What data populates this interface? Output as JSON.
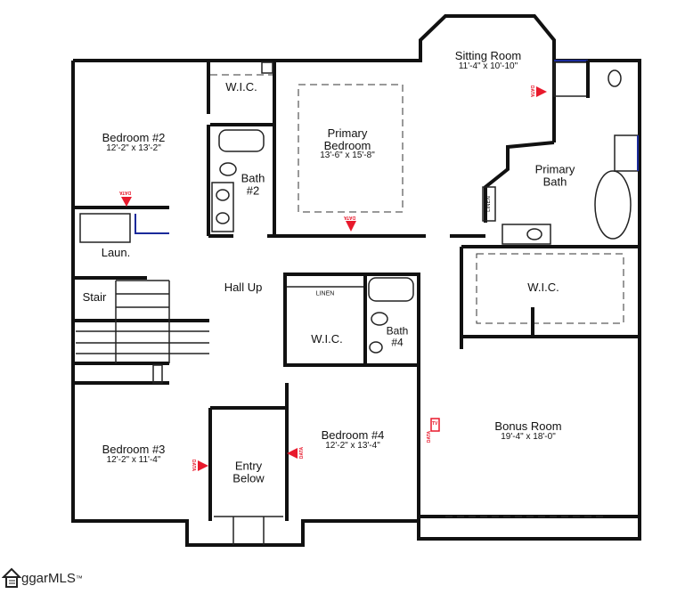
{
  "rooms": [
    {
      "name": "Bedroom #2",
      "dims": "12'-2\" x 13'-2\""
    },
    {
      "name": "W.I.C.",
      "dims": ""
    },
    {
      "name": "Bath\n#2",
      "dims": ""
    },
    {
      "name": "Primary\nBedroom",
      "dims": "13'-6\" x 15'-8\""
    },
    {
      "name": "Sitting Room",
      "dims": "11'-4\" x 10'-10\""
    },
    {
      "name": "Primary\nBath",
      "dims": ""
    },
    {
      "name": "LINEN",
      "dims": ""
    },
    {
      "name": "Laun.",
      "dims": ""
    },
    {
      "name": "Hall Up",
      "dims": ""
    },
    {
      "name": "Stair",
      "dims": ""
    },
    {
      "name": "LINEN",
      "dims": ""
    },
    {
      "name": "W.I.C.",
      "dims": ""
    },
    {
      "name": "Bath\n#4",
      "dims": ""
    },
    {
      "name": "W.I.C.",
      "dims": ""
    },
    {
      "name": "Bedroom #3",
      "dims": "12'-2\" x 11'-4\""
    },
    {
      "name": "Entry\nBelow",
      "dims": ""
    },
    {
      "name": "Bedroom #4",
      "dims": "12'-2\" x 13'-4\""
    },
    {
      "name": "Bonus Room",
      "dims": "19'-4\" x 18'-0\""
    }
  ],
  "markers": {
    "data_label": "DATA",
    "tv_label": "TV",
    "marker_color": "#e8192c"
  },
  "logo": {
    "text": "ggarMLS",
    "tm": "™"
  }
}
